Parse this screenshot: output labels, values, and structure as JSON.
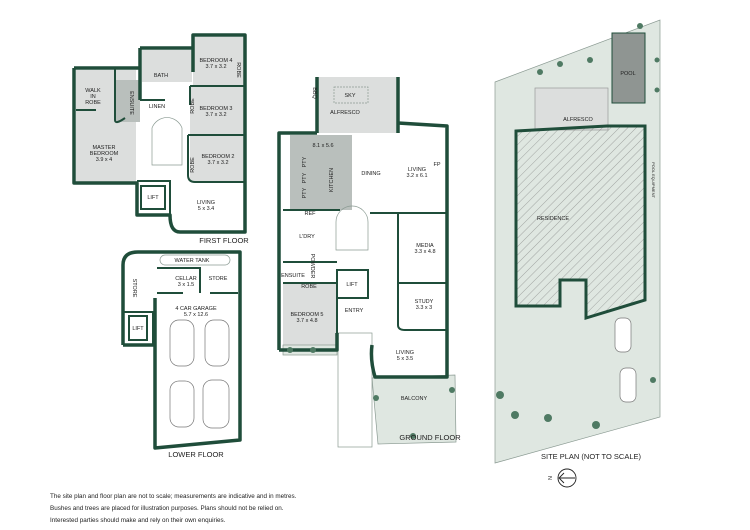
{
  "colors": {
    "wall": "#1f4d3a",
    "room_fill": "#dcdedd",
    "garden": "#dfe7e1",
    "tree": "#4f7a63"
  },
  "first_floor": {
    "title": "FIRST FLOOR",
    "rooms": {
      "walk_in_robe": [
        "WALK",
        "IN",
        "ROBE"
      ],
      "master": [
        "MASTER",
        "BEDROOM",
        "3.9 x 4"
      ],
      "bath": "BATH",
      "ensuite": "ENSUITE",
      "linen": "LINEN",
      "bedroom4": [
        "BEDROOM 4",
        "3.7 x 3.2"
      ],
      "bedroom3": [
        "BEDROOM 3",
        "3.7 x 3.2"
      ],
      "bedroom2": [
        "BEDROOM 2",
        "3.7 x 3.2"
      ],
      "robe": "ROBE",
      "lift": "LIFT",
      "living": [
        "LIVING",
        "5 x 3.4"
      ]
    }
  },
  "ground_floor": {
    "title": "GROUND FLOOR",
    "rooms": {
      "alfresco": "ALFRESCO",
      "sky": "SKY",
      "bbq": "BBQ",
      "kitchen_dims": "8.1 x 5.6",
      "kitchen": "KITCHEN",
      "pty": "PTY",
      "dining": "DINING",
      "living": [
        "LIVING",
        "3.2 x 6.1"
      ],
      "fp": "FP",
      "ref": "REF",
      "ldry": "L'DRY",
      "media": [
        "MEDIA",
        "3.3 x 4.8"
      ],
      "study": [
        "STUDY",
        "3.3 x 3"
      ],
      "ensuite": "ENSUITE",
      "powder": "POWDER",
      "robe": "ROBE",
      "lift": "LIFT",
      "entry": "ENTRY",
      "bedroom5": [
        "BEDROOM 5",
        "3.7 x 4.8"
      ],
      "living2": [
        "LIVING",
        "5 x 3.5"
      ],
      "balcony": "BALCONY"
    }
  },
  "lower_floor": {
    "title": "LOWER FLOOR",
    "rooms": {
      "water_tank": "WATER TANK",
      "cellar": [
        "CELLAR",
        "3 x 1.5"
      ],
      "store": "STORE",
      "store_side": "STORE",
      "lift": "LIFT",
      "garage": [
        "4 CAR GARAGE",
        "5.7 x 12.6"
      ]
    }
  },
  "site_plan": {
    "title": "SITE PLAN (NOT TO SCALE)",
    "rooms": {
      "pool": "POOL",
      "alfresco": "ALFRESCO",
      "residence": "RESIDENCE",
      "pool_equipment": "POOL EQUIPMENT"
    },
    "north": "N"
  },
  "notes": [
    "The site plan and floor plan are not to scale; measurements are indicative and in metres.",
    "Bushes and trees are placed for illustration purposes. Plans should not be relied on.",
    "Interested parties should make and rely on their own enquiries."
  ]
}
